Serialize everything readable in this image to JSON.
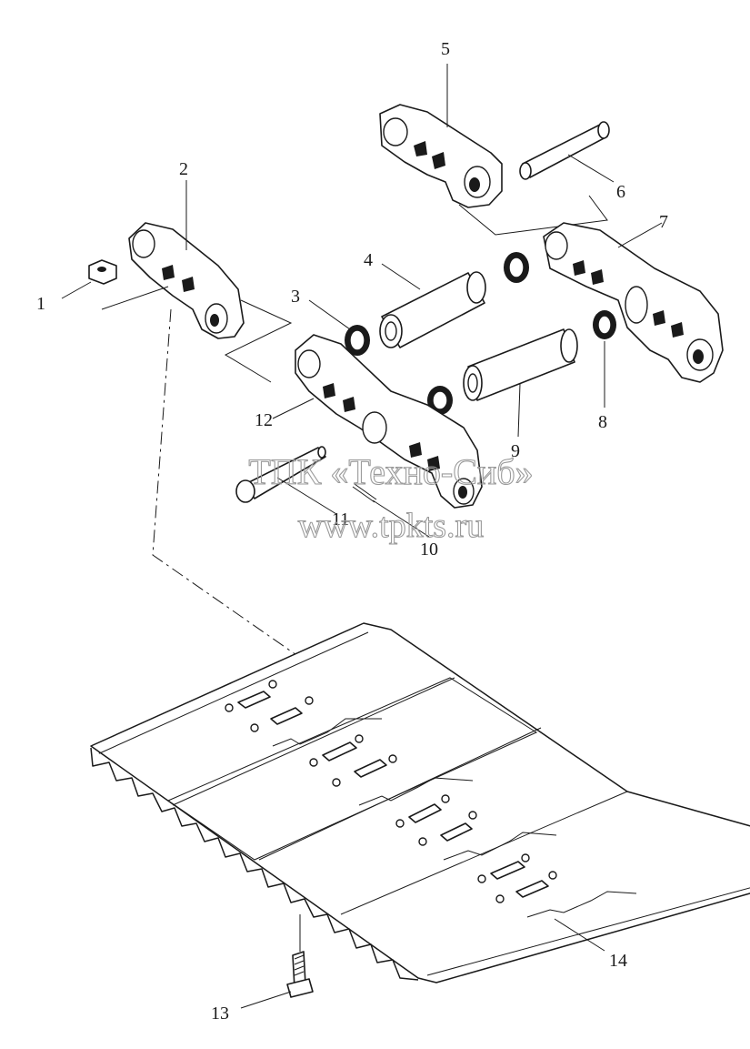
{
  "callouts": [
    {
      "id": "1",
      "label": "1"
    },
    {
      "id": "2",
      "label": "2"
    },
    {
      "id": "3",
      "label": "3"
    },
    {
      "id": "4",
      "label": "4"
    },
    {
      "id": "5",
      "label": "5"
    },
    {
      "id": "6",
      "label": "6"
    },
    {
      "id": "7",
      "label": "7"
    },
    {
      "id": "8",
      "label": "8"
    },
    {
      "id": "9",
      "label": "9"
    },
    {
      "id": "10",
      "label": "10"
    },
    {
      "id": "11",
      "label": "11"
    },
    {
      "id": "12",
      "label": "12"
    },
    {
      "id": "13",
      "label": "13"
    },
    {
      "id": "14",
      "label": "14"
    }
  ],
  "watermark": {
    "company": "ТПК «Техно-Сиб»",
    "url": "www.tpkts.ru"
  }
}
